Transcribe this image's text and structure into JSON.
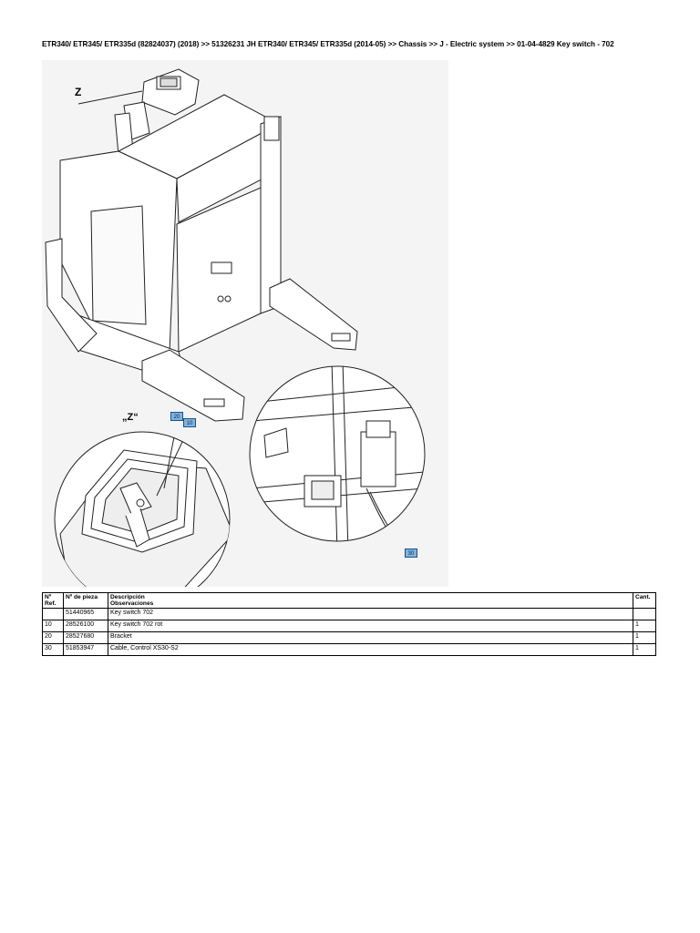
{
  "breadcrumb": "ETR340/ ETR345/ ETR335d (82824037) (2018) >> 51326231 JH ETR340/ ETR345/ ETR335d (2014-05) >> Chassis >> J - Electric system >> 01-04-4829 Key switch - 702",
  "figure": {
    "view_label_main": "Z",
    "view_label_detail": "„Z“",
    "callouts": [
      "20",
      "10",
      "30"
    ]
  },
  "table": {
    "headers": {
      "ref": "Nº Ref.",
      "part": "Nº de pieza",
      "desc_line1": "Descripción",
      "desc_line2": "Observaciones",
      "qty": "Cant."
    },
    "rows": [
      {
        "ref": "",
        "part": "51440965",
        "desc": "Key switch 702",
        "qty": ""
      },
      {
        "ref": "10",
        "part": "28526100",
        "desc": "Key switch 702 rot",
        "qty": "1"
      },
      {
        "ref": "20",
        "part": "28527680",
        "desc": "Bracket",
        "qty": "1"
      },
      {
        "ref": "30",
        "part": "51853947",
        "desc": "Cable, Control XS30-S2",
        "qty": "1"
      }
    ]
  }
}
